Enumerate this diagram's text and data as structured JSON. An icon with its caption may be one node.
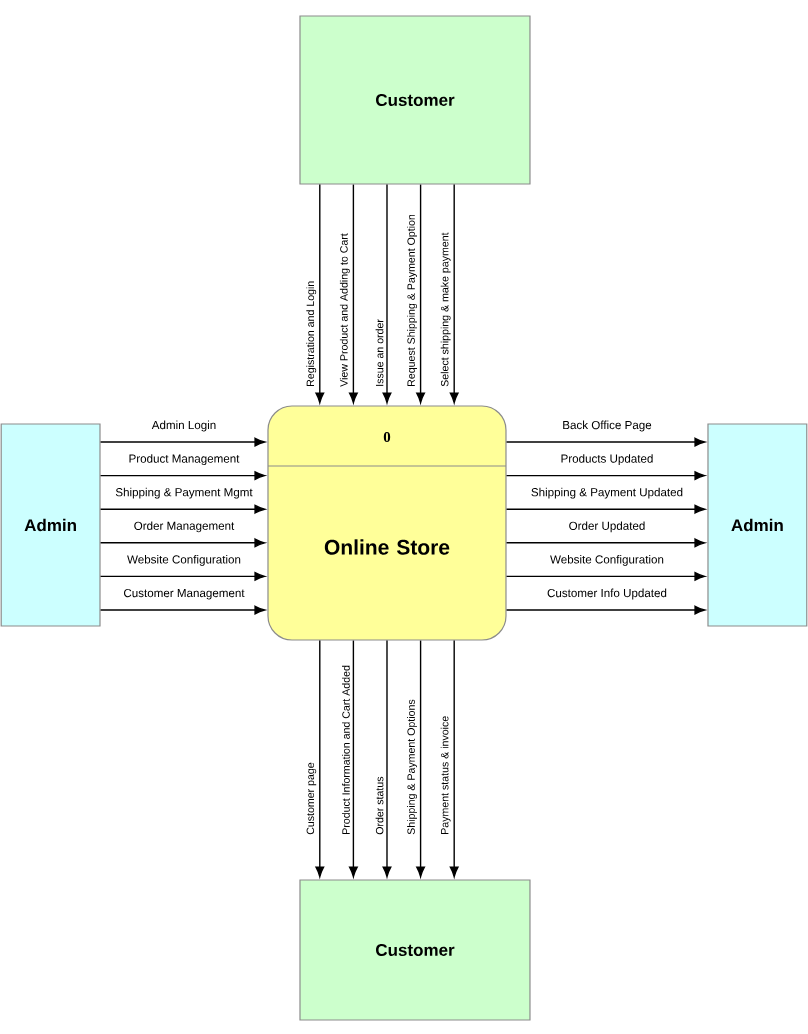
{
  "diagram": {
    "nodes": [
      {
        "text": [
          "Customer"
        ]
      },
      {
        "text": [
          "Admin"
        ]
      },
      {
        "text": [
          "0",
          "Online Store"
        ]
      },
      {
        "text": [
          "Admin"
        ]
      },
      {
        "text": [
          "Customer"
        ]
      }
    ],
    "edges": [
      {
        "from": 0,
        "to": 2,
        "arrow": "to",
        "label": "Registration and Login"
      },
      {
        "from": 0,
        "to": 2,
        "arrow": "to",
        "label": "View Product and Adding to Cart"
      },
      {
        "from": 0,
        "to": 2,
        "arrow": "to",
        "label": "Issue an order"
      },
      {
        "from": 0,
        "to": 2,
        "arrow": "to",
        "label": "Request Shipping & Payment Option"
      },
      {
        "from": 0,
        "to": 2,
        "arrow": "to",
        "label": "Select shipping & make payment"
      },
      {
        "from": 1,
        "to": 2,
        "arrow": "to",
        "label": "Admin Login"
      },
      {
        "from": 1,
        "to": 2,
        "arrow": "to",
        "label": "Product Management"
      },
      {
        "from": 1,
        "to": 2,
        "arrow": "to",
        "label": "Shipping & Payment Mgmt"
      },
      {
        "from": 1,
        "to": 2,
        "arrow": "to",
        "label": "Order Management"
      },
      {
        "from": 1,
        "to": 2,
        "arrow": "to",
        "label": "Website Configuration"
      },
      {
        "from": 1,
        "to": 2,
        "arrow": "to",
        "label": "Customer Management"
      },
      {
        "from": 2,
        "to": 3,
        "arrow": "to",
        "label": "Back Office Page"
      },
      {
        "from": 2,
        "to": 3,
        "arrow": "to",
        "label": "Products Updated"
      },
      {
        "from": 2,
        "to": 3,
        "arrow": "to",
        "label": "Shipping & Payment Updated"
      },
      {
        "from": 2,
        "to": 3,
        "arrow": "to",
        "label": "Order Updated"
      },
      {
        "from": 2,
        "to": 3,
        "arrow": "to",
        "label": "Website Configuration"
      },
      {
        "from": 2,
        "to": 3,
        "arrow": "to",
        "label": "Customer Info Updated"
      },
      {
        "from": 2,
        "to": 4,
        "arrow": "to",
        "label": "Customer page"
      },
      {
        "from": 2,
        "to": 4,
        "arrow": "to",
        "label": "Product Information and Cart Added"
      },
      {
        "from": 2,
        "to": 4,
        "arrow": "to",
        "label": "Order status"
      },
      {
        "from": 2,
        "to": 4,
        "arrow": "to",
        "label": "Shipping & Payment Options"
      },
      {
        "from": 2,
        "to": 4,
        "arrow": "to",
        "label": "Payment status & invoice"
      }
    ]
  }
}
